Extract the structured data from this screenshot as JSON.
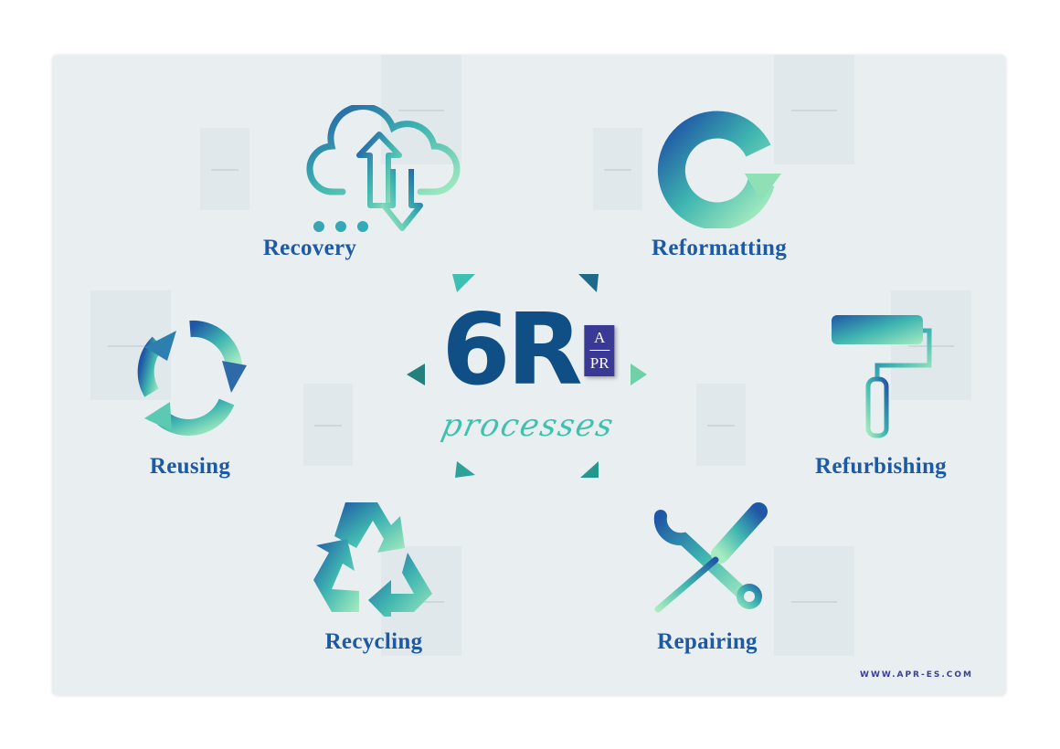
{
  "title": {
    "number": "6R",
    "subtitle": "processes"
  },
  "logo": {
    "top": "A",
    "bottom": "PR"
  },
  "processes": [
    {
      "label": "Recovery",
      "icon": "cloud-upload-download-icon"
    },
    {
      "label": "Reformatting",
      "icon": "circular-arrow-icon"
    },
    {
      "label": "Reusing",
      "icon": "cycle-arrows-icon"
    },
    {
      "label": "Refurbishing",
      "icon": "paint-roller-icon"
    },
    {
      "label": "Recycling",
      "icon": "recycle-icon"
    },
    {
      "label": "Repairing",
      "icon": "wrench-screwdriver-icon"
    }
  ],
  "website": "WWW.APR-ES.COM",
  "colors": {
    "label": "#1c5aa6",
    "dark": "#0f4f86",
    "teal": "#3fc1ae",
    "green": "#8fe0b5",
    "background": "#e9eef0"
  }
}
